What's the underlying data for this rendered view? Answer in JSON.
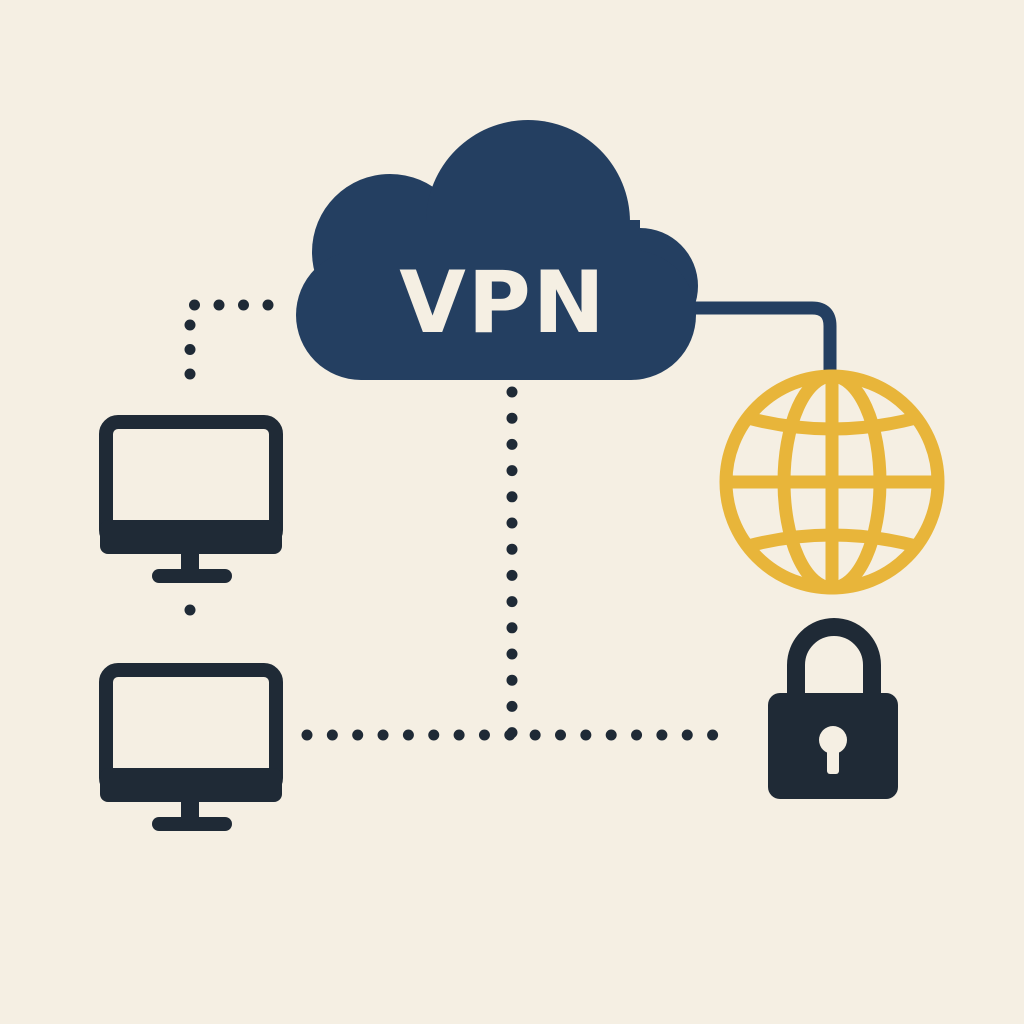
{
  "cloud": {
    "label": "VPN",
    "icon": "cloud-icon"
  },
  "nodes": {
    "computer_top": {
      "icon": "computer-monitor-icon"
    },
    "computer_bottom": {
      "icon": "computer-monitor-icon"
    },
    "globe": {
      "icon": "globe-icon"
    },
    "lock": {
      "icon": "padlock-icon"
    }
  },
  "connections": [
    {
      "from": "cloud",
      "to": "computer_top",
      "style": "dotted"
    },
    {
      "from": "computer_top",
      "to": "computer_bottom",
      "style": "dotted"
    },
    {
      "from": "cloud",
      "to": "lock",
      "style": "dotted"
    },
    {
      "from": "computer_bottom",
      "to": "lock",
      "style": "dotted"
    },
    {
      "from": "cloud",
      "to": "globe",
      "style": "solid"
    }
  ],
  "colors": {
    "background": "#f5efe3",
    "navy": "#243f61",
    "dark": "#1f2a36",
    "gold": "#e8b53a",
    "label": "#f5efe3"
  }
}
